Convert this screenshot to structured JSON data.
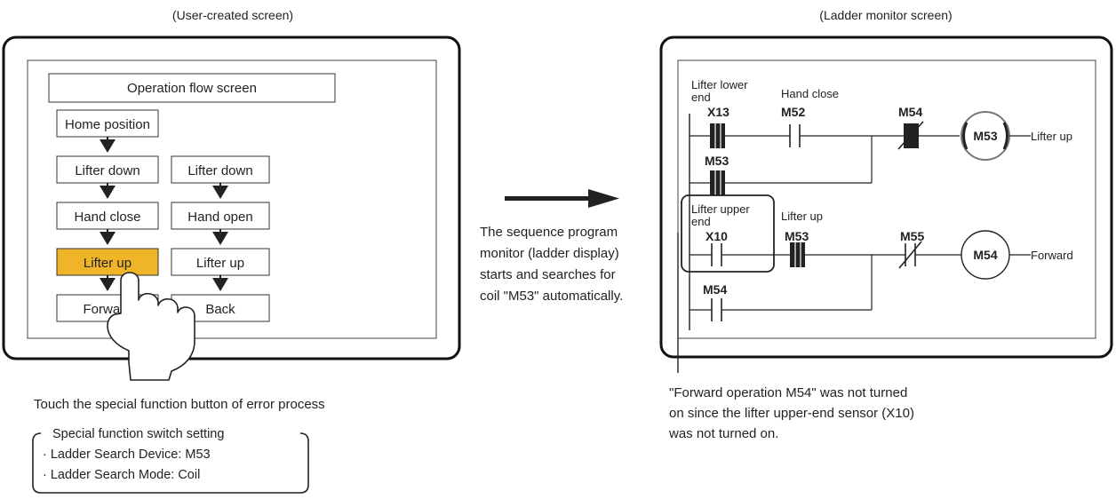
{
  "left_panel": {
    "caption": "(User-created screen)",
    "title": "Operation flow screen",
    "left_column": [
      "Home position",
      "Lifter down",
      "Hand close",
      "Lifter up",
      "Forward"
    ],
    "right_column": [
      "Lifter down",
      "Hand open",
      "Lifter up",
      "Back"
    ],
    "highlight_color": "#F0B429",
    "touch_note": "Touch the special function button of error process",
    "switch_setting": {
      "title": "Special function switch setting",
      "items": [
        "· Ladder Search Device: M53",
        "· Ladder Search Mode: Coil"
      ]
    }
  },
  "middle": {
    "lines": [
      "The sequence program",
      "monitor (ladder display)",
      "starts and searches for",
      "coil \"M53\" automatically."
    ]
  },
  "right_panel": {
    "caption": "(Ladder monitor screen)",
    "rung1": {
      "contact1_comment": [
        "Lifter lower",
        "end"
      ],
      "contact1_device": "X13",
      "contact2_comment": "Hand close",
      "contact2_device": "M52",
      "contact3_device": "M54",
      "coil_device": "M53",
      "coil_comment": "Lifter up",
      "branch_device": "M53"
    },
    "rung2": {
      "contact1_comment": [
        "Lifter upper",
        "end"
      ],
      "contact1_device": "X10",
      "contact2_comment": "Lifter up",
      "contact2_device": "M53",
      "contact3_device": "M55",
      "coil_device": "M54",
      "coil_comment": "Forward",
      "branch_device": "M54"
    },
    "note_lines": [
      "\"Forward operation M54\" was not turned",
      "on since the lifter upper-end sensor (X10)",
      "was not turned on."
    ]
  }
}
